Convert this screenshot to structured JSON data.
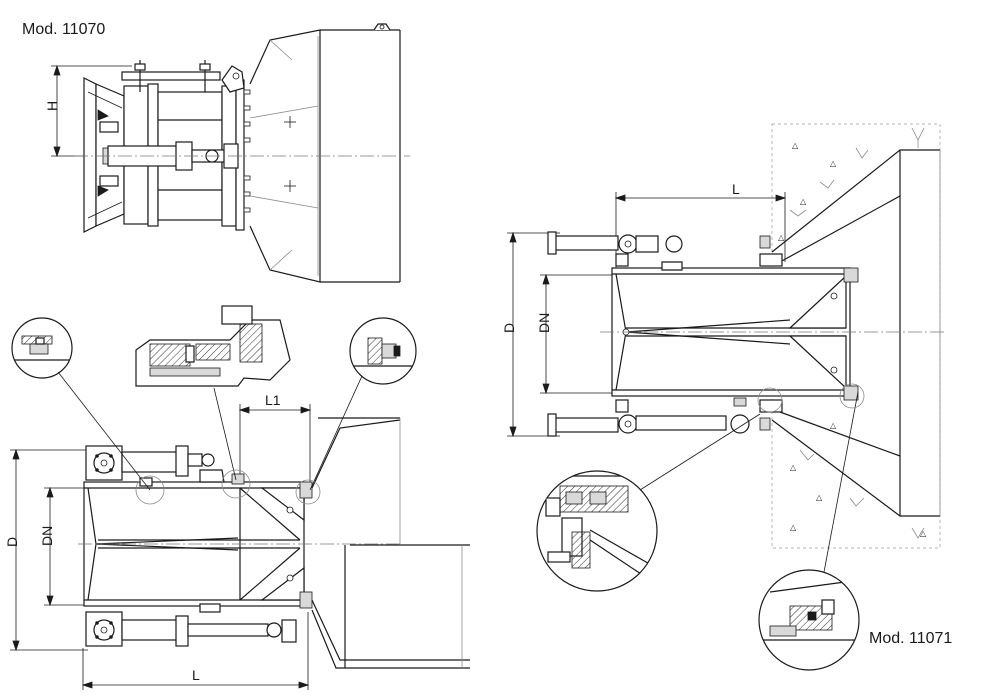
{
  "labels": {
    "model_a": "Mod. 11070",
    "model_b": "Mod. 11071"
  },
  "dimensions": {
    "h": "H",
    "l": "L",
    "l1": "L1",
    "d": "D",
    "dn": "DN"
  },
  "colors": {
    "line": "#1a1a1a",
    "thin": "#8a8a8a",
    "fill_light": "#d9d9d9",
    "background": "#ffffff"
  }
}
